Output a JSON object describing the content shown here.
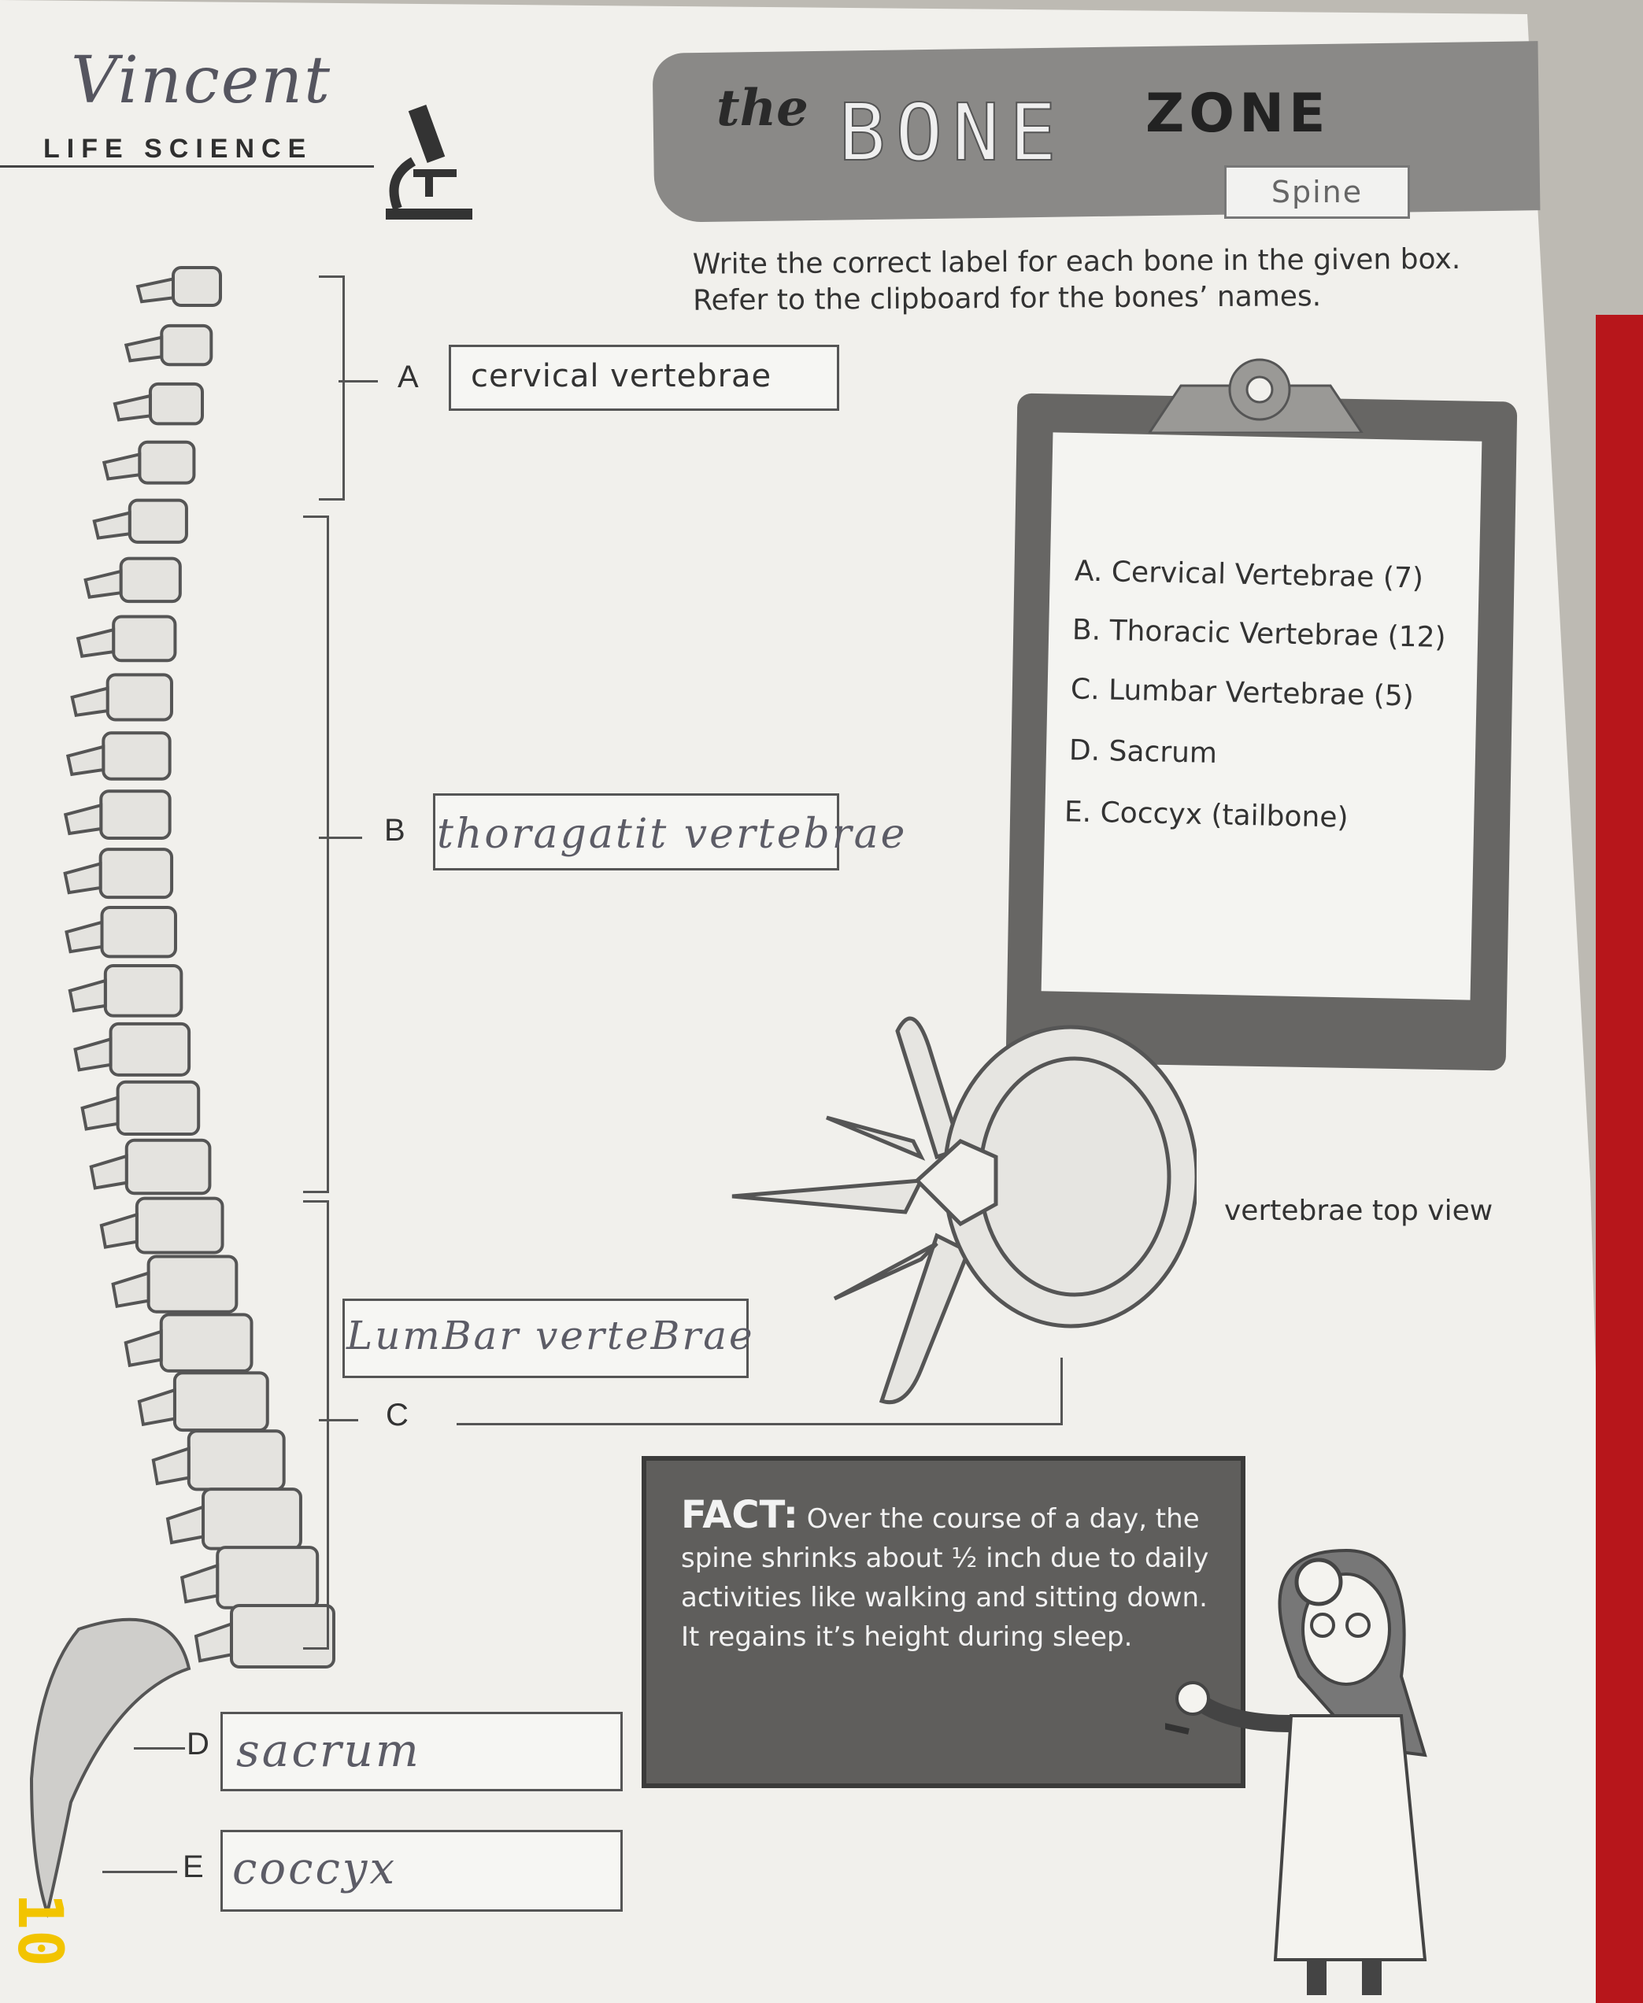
{
  "header": {
    "student_name": "Vincent",
    "subject": "LIFE SCIENCE",
    "title_the": "the",
    "title_bone": "BONE",
    "title_zone": "ZONE",
    "section": "Spine"
  },
  "instructions": "Write the correct label for each bone in the given box. Refer to the clipboard for the bones’ names.",
  "answers": [
    {
      "letter": "A",
      "text": "cervical vertebrae"
    },
    {
      "letter": "B",
      "text": "thoragatit vertebrae"
    },
    {
      "letter": "C",
      "text": "LumBar verteBrae"
    },
    {
      "letter": "D",
      "text": "sacrum"
    },
    {
      "letter": "E",
      "text": "coccyx"
    }
  ],
  "clipboard": {
    "items": [
      "A. Cervical Vertebrae (7)",
      "B. Thoracic Vertebrae (12)",
      "C. Lumbar Vertebrae (5)",
      "D. Sacrum",
      "E. Coccyx (tailbone)"
    ]
  },
  "vertebra_caption": "vertebrae top view",
  "fact": {
    "heading": "FACT:",
    "body": "Over the course of a day, the spine shrinks about ½ inch due to daily activities like walking and sitting down. It regains it’s height during sleep."
  },
  "sticker": "10"
}
